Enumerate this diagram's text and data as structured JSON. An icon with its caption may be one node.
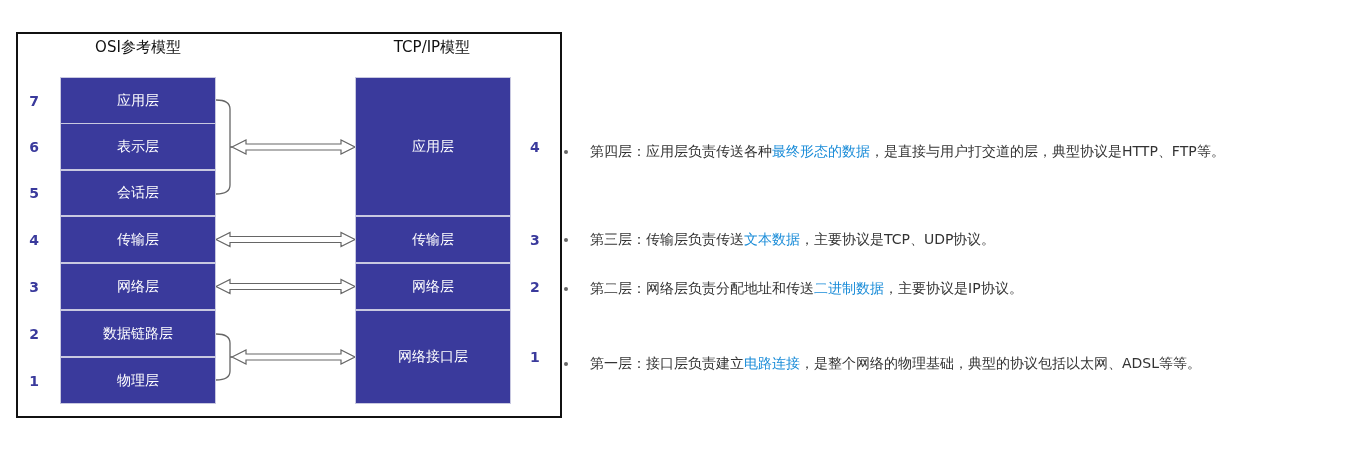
{
  "diagram": {
    "nodes": [
      {
        "text": [
          "应用层"
        ],
        "beside": [
          "7"
        ]
      },
      {
        "text": [
          "表示层"
        ],
        "beside": [
          "6"
        ]
      },
      {
        "text": [
          "会话层"
        ],
        "beside": [
          "5"
        ]
      },
      {
        "text": [
          "传输层"
        ],
        "beside": [
          "4"
        ]
      },
      {
        "text": [
          "网络层"
        ],
        "beside": [
          "3"
        ]
      },
      {
        "text": [
          "数据链路层"
        ],
        "beside": [
          "2"
        ]
      },
      {
        "text": [
          "物理层"
        ],
        "beside": [
          "1"
        ]
      },
      {
        "text": [
          "应用层"
        ],
        "beside": [
          "4"
        ]
      },
      {
        "text": [
          "传输层"
        ],
        "beside": [
          "3"
        ]
      },
      {
        "text": [
          "网络层"
        ],
        "beside": [
          "2"
        ]
      },
      {
        "text": [
          "网络接口层"
        ],
        "beside": [
          "1"
        ]
      },
      {
        "text": [],
        "shape": "bracket"
      },
      {
        "text": [],
        "shape": "bracket"
      }
    ],
    "edges": [
      {
        "from": 11,
        "to": 7,
        "arrow": "both"
      },
      {
        "from": 3,
        "to": 8,
        "arrow": "both"
      },
      {
        "from": 4,
        "to": 9,
        "arrow": "both"
      },
      {
        "from": 12,
        "to": 10,
        "arrow": "both"
      }
    ],
    "labels": [
      "OSI参考模型",
      "TCP/IP模型",
      "第四层：应用层负责传送各种**最终形态的数据**，是直接与用户打交道的层，典型协议是HTTP、FTP等。",
      "第三层：传输层负责传送**文本数据**，主要协议是TCP、UDP协议。",
      "第二层：网络层负责分配地址和传送**二进制数据**，主要协议是IP协议。",
      "第一层：接口层负责建立**电路连接**，是整个网络的物理基础，典型的协议包括以太网、ADSL等等。"
    ]
  }
}
